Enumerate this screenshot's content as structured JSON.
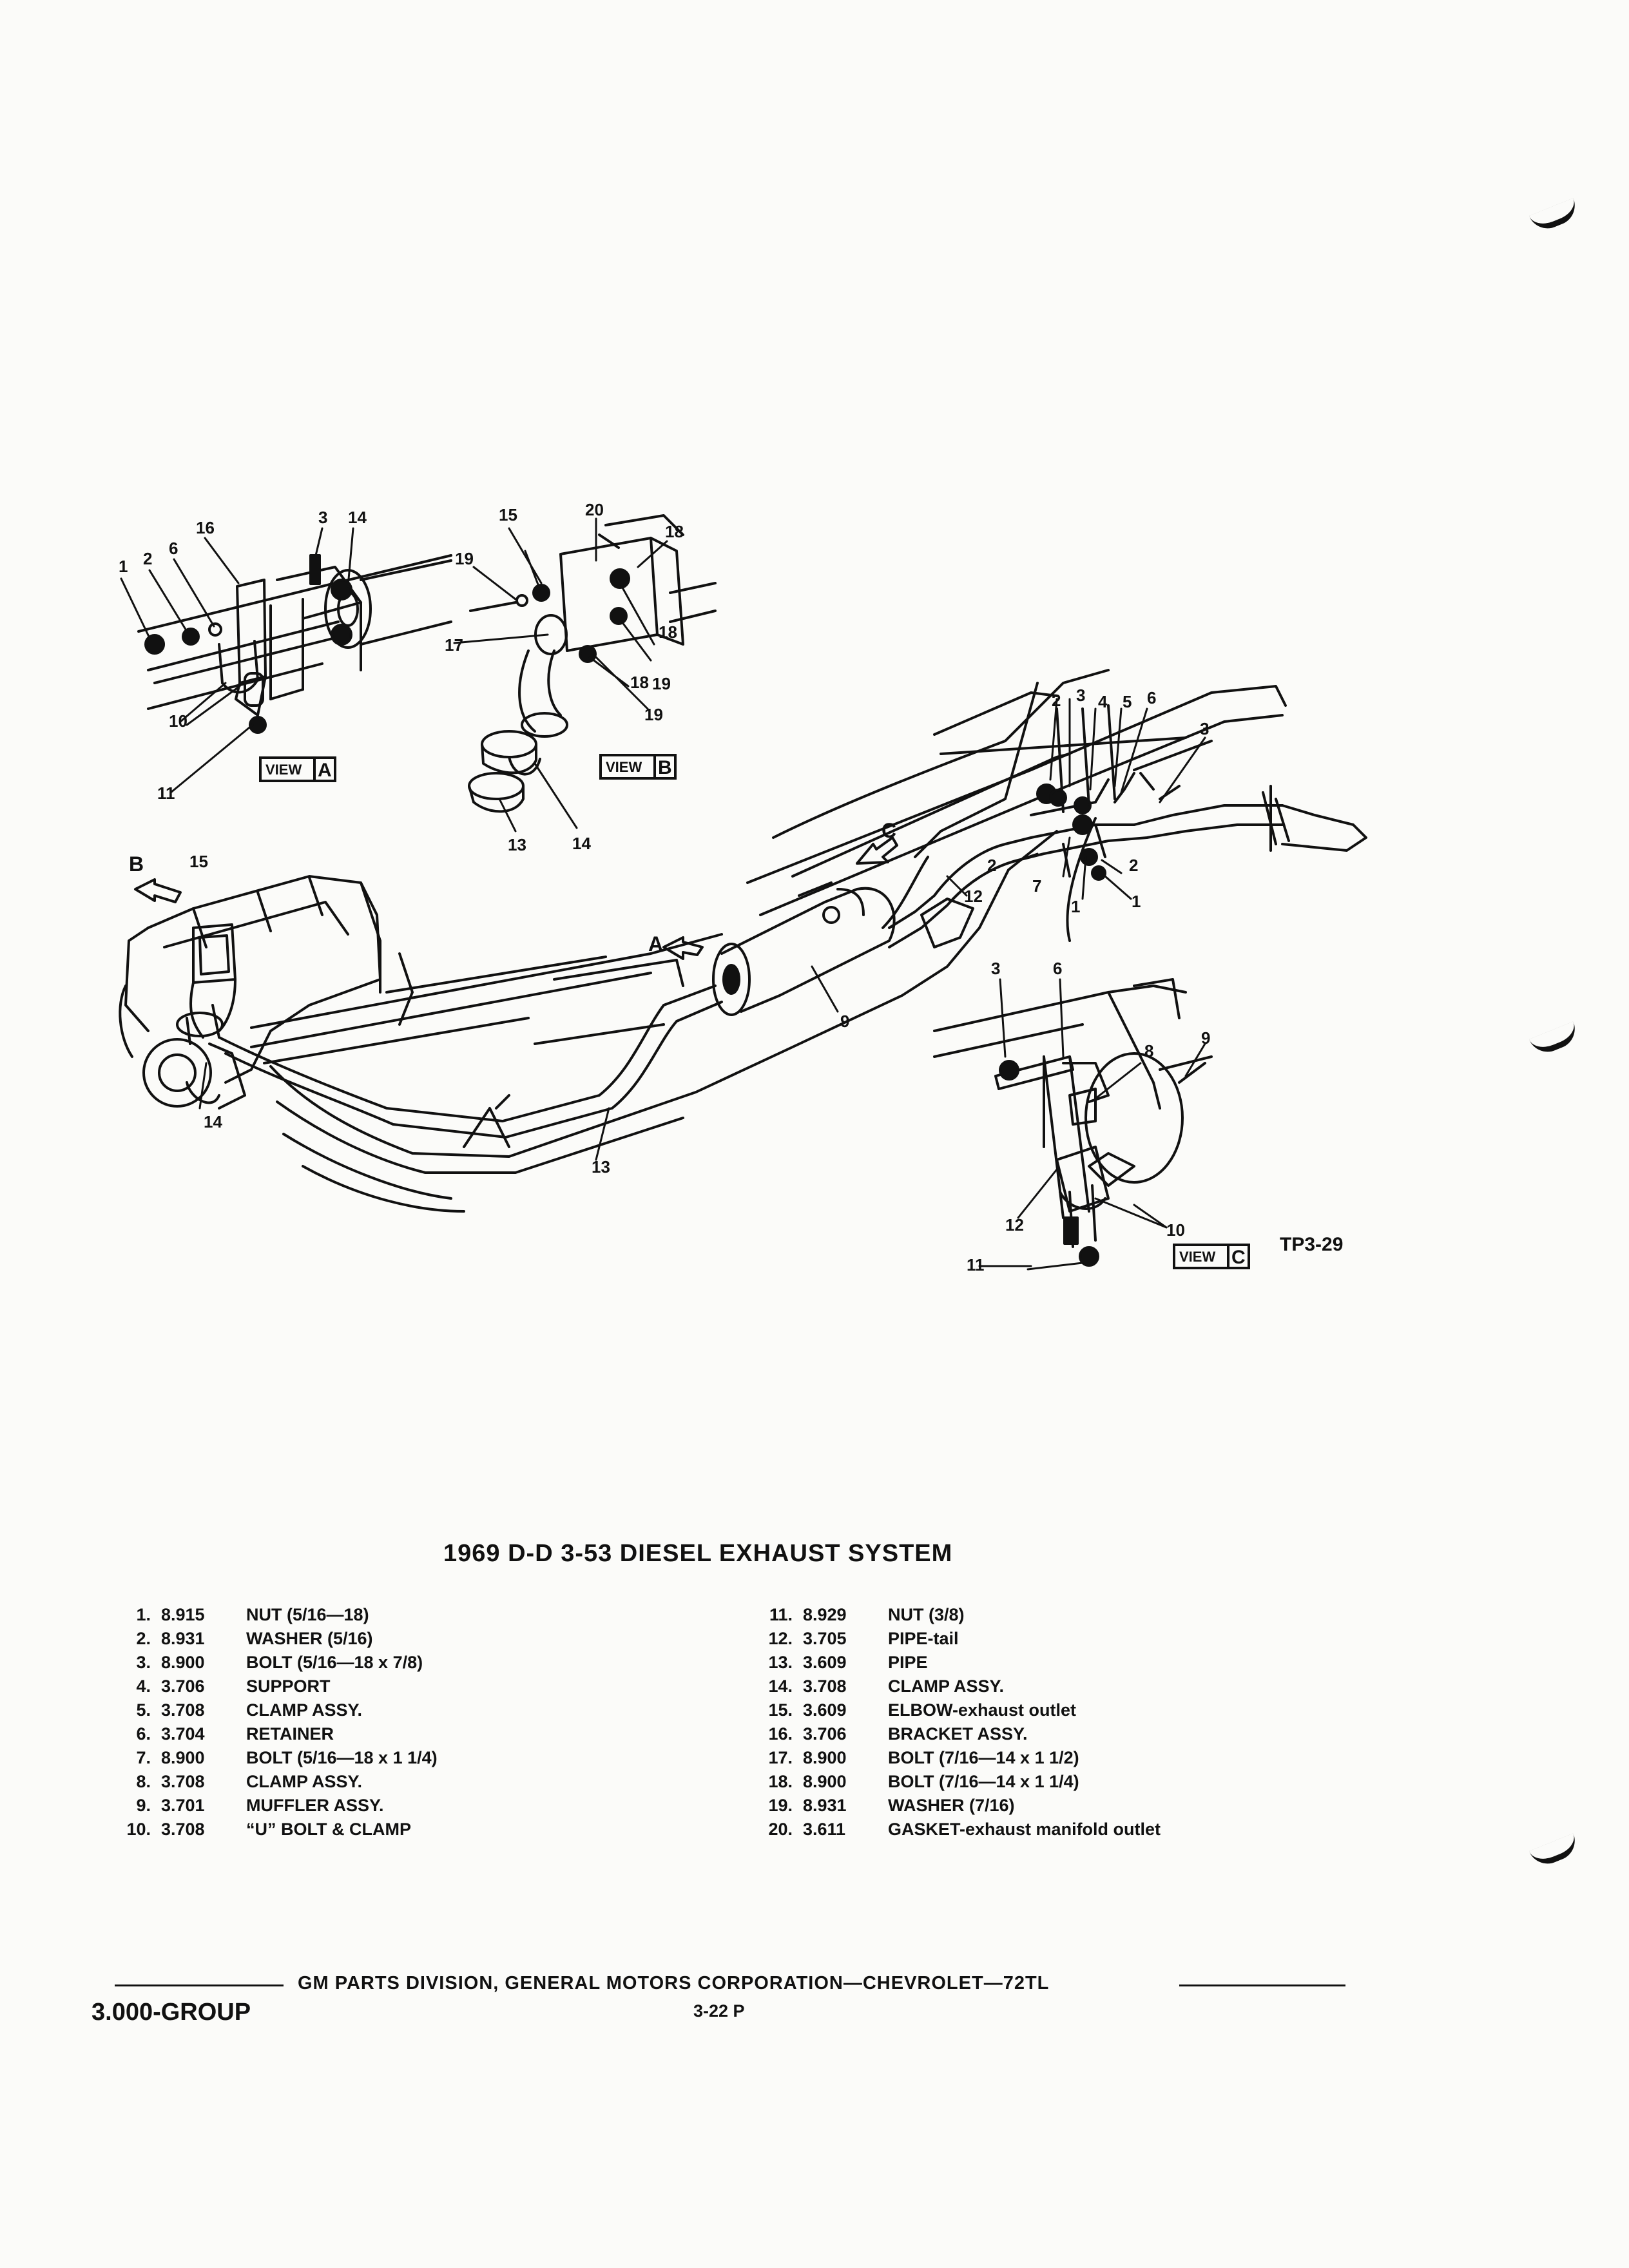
{
  "diagram": {
    "callouts": [
      "1",
      "2",
      "6",
      "16",
      "3",
      "14",
      "10",
      "11",
      "15",
      "20",
      "18",
      "19",
      "18",
      "17",
      "19",
      "18",
      "19",
      "13",
      "14",
      "B",
      "15",
      "14",
      "13",
      "2",
      "3",
      "4",
      "5",
      "6",
      "3",
      "2",
      "2",
      "7",
      "1",
      "1",
      "12",
      "A",
      "9",
      "C",
      "3",
      "6",
      "8",
      "9",
      "12",
      "10",
      "11"
    ],
    "view_labels": {
      "a": "A",
      "b": "B",
      "c": "C"
    },
    "view_word": "VIEW",
    "figure_id": "TP3-29"
  },
  "title": "1969 D-D 3-53 DIESEL  EXHAUST  SYSTEM",
  "parts_left": [
    {
      "num": "1.",
      "code": "8.915",
      "desc": "NUT (5/16—18)"
    },
    {
      "num": "2.",
      "code": "8.931",
      "desc": "WASHER (5/16)"
    },
    {
      "num": "3.",
      "code": "8.900",
      "desc": "BOLT (5/16—18 x 7/8)"
    },
    {
      "num": "4.",
      "code": "3.706",
      "desc": "SUPPORT"
    },
    {
      "num": "5.",
      "code": "3.708",
      "desc": "CLAMP ASSY."
    },
    {
      "num": "6.",
      "code": "3.704",
      "desc": "RETAINER"
    },
    {
      "num": "7.",
      "code": "8.900",
      "desc": "BOLT (5/16—18 x 1 1/4)"
    },
    {
      "num": "8.",
      "code": "3.708",
      "desc": "CLAMP ASSY."
    },
    {
      "num": "9.",
      "code": "3.701",
      "desc": "MUFFLER ASSY."
    },
    {
      "num": "10.",
      "code": "3.708",
      "desc": "“U” BOLT & CLAMP"
    }
  ],
  "parts_right": [
    {
      "num": "11.",
      "code": "8.929",
      "desc": "NUT (3/8)"
    },
    {
      "num": "12.",
      "code": "3.705",
      "desc": "PIPE-tail"
    },
    {
      "num": "13.",
      "code": "3.609",
      "desc": "PIPE"
    },
    {
      "num": "14.",
      "code": "3.708",
      "desc": "CLAMP ASSY."
    },
    {
      "num": "15.",
      "code": "3.609",
      "desc": "ELBOW-exhaust outlet"
    },
    {
      "num": "16.",
      "code": "3.706",
      "desc": "BRACKET ASSY."
    },
    {
      "num": "17.",
      "code": "8.900",
      "desc": "BOLT (7/16—14 x 1 1/2)"
    },
    {
      "num": "18.",
      "code": "8.900",
      "desc": "BOLT (7/16—14 x 1 1/4)"
    },
    {
      "num": "19.",
      "code": "8.931",
      "desc": "WASHER (7/16)"
    },
    {
      "num": "20.",
      "code": "3.611",
      "desc": "GASKET-exhaust manifold outlet"
    }
  ],
  "footer": {
    "publisher": "GM PARTS DIVISION,  GENERAL MOTORS CORPORATION—CHEVROLET—72TL",
    "group": "3.000-GROUP",
    "page": "3-22  P"
  }
}
